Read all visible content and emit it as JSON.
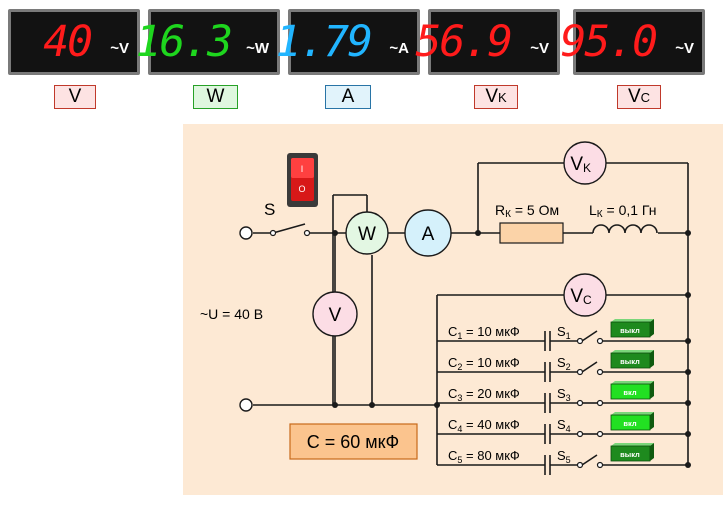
{
  "meters": [
    {
      "value": "40",
      "unit": "~V",
      "color": "#ff1b1b",
      "label": "V",
      "sub": "",
      "label_bg": "#fde3e3",
      "label_border": "#c0392b"
    },
    {
      "value": "16.3",
      "unit": "~W",
      "color": "#1ed61e",
      "label": "W",
      "sub": "",
      "label_bg": "#dff7df",
      "label_border": "#27a127"
    },
    {
      "value": "1.79",
      "unit": "~A",
      "color": "#21b5ff",
      "label": "A",
      "sub": "",
      "label_bg": "#e1f3fb",
      "label_border": "#2874a6"
    },
    {
      "value": "56.9",
      "unit": "~V",
      "color": "#ff1b1b",
      "label": "V",
      "sub": "K",
      "label_bg": "#fde3e3",
      "label_border": "#c0392b"
    },
    {
      "value": "95.0",
      "unit": "~V",
      "color": "#ff1b1b",
      "label": "V",
      "sub": "C",
      "label_bg": "#fde3e3",
      "label_border": "#c0392b"
    }
  ],
  "circuit": {
    "switch_label": "S",
    "voltage_label": "~U = 40 В",
    "instruments": {
      "wattmeter": "W",
      "ammeter": "A",
      "voltmeter": "V",
      "vk": "V",
      "vk_sub": "K",
      "vc": "V",
      "vc_sub": "C"
    },
    "resistor": {
      "prefix": "R",
      "sub": "К",
      "value": " = 5 Ом"
    },
    "inductor": {
      "prefix": "L",
      "sub": "К",
      "value": " = 0,1 Гн"
    },
    "capacitors": [
      {
        "name": "C",
        "index": "1",
        "value": " = 10 мкФ",
        "switch": "S",
        "switch_index": "1",
        "button": "выкл",
        "state": "off"
      },
      {
        "name": "C",
        "index": "2",
        "value": " = 10 мкФ",
        "switch": "S",
        "switch_index": "2",
        "button": "выкл",
        "state": "off"
      },
      {
        "name": "C",
        "index": "3",
        "value": " = 20 мкФ",
        "switch": "S",
        "switch_index": "3",
        "button": "вкл",
        "state": "on"
      },
      {
        "name": "C",
        "index": "4",
        "value": " = 40 мкФ",
        "switch": "S",
        "switch_index": "4",
        "button": "вкл",
        "state": "on"
      },
      {
        "name": "C",
        "index": "5",
        "value": " = 80 мкФ",
        "switch": "S",
        "switch_index": "5",
        "button": "выкл",
        "state": "off"
      }
    ],
    "total_capacitance": "C = 60  мкФ",
    "colors": {
      "instrument_fill": "#fcdde5",
      "instrument_blue": "#d5f1fb",
      "instrument_green": "#e3f7e3",
      "panel": "#fde9d4",
      "button_on": "#22e022",
      "button_off": "#1e8a1e",
      "resistor": "#fbd3a8",
      "total_box": "#fbc48e"
    }
  }
}
